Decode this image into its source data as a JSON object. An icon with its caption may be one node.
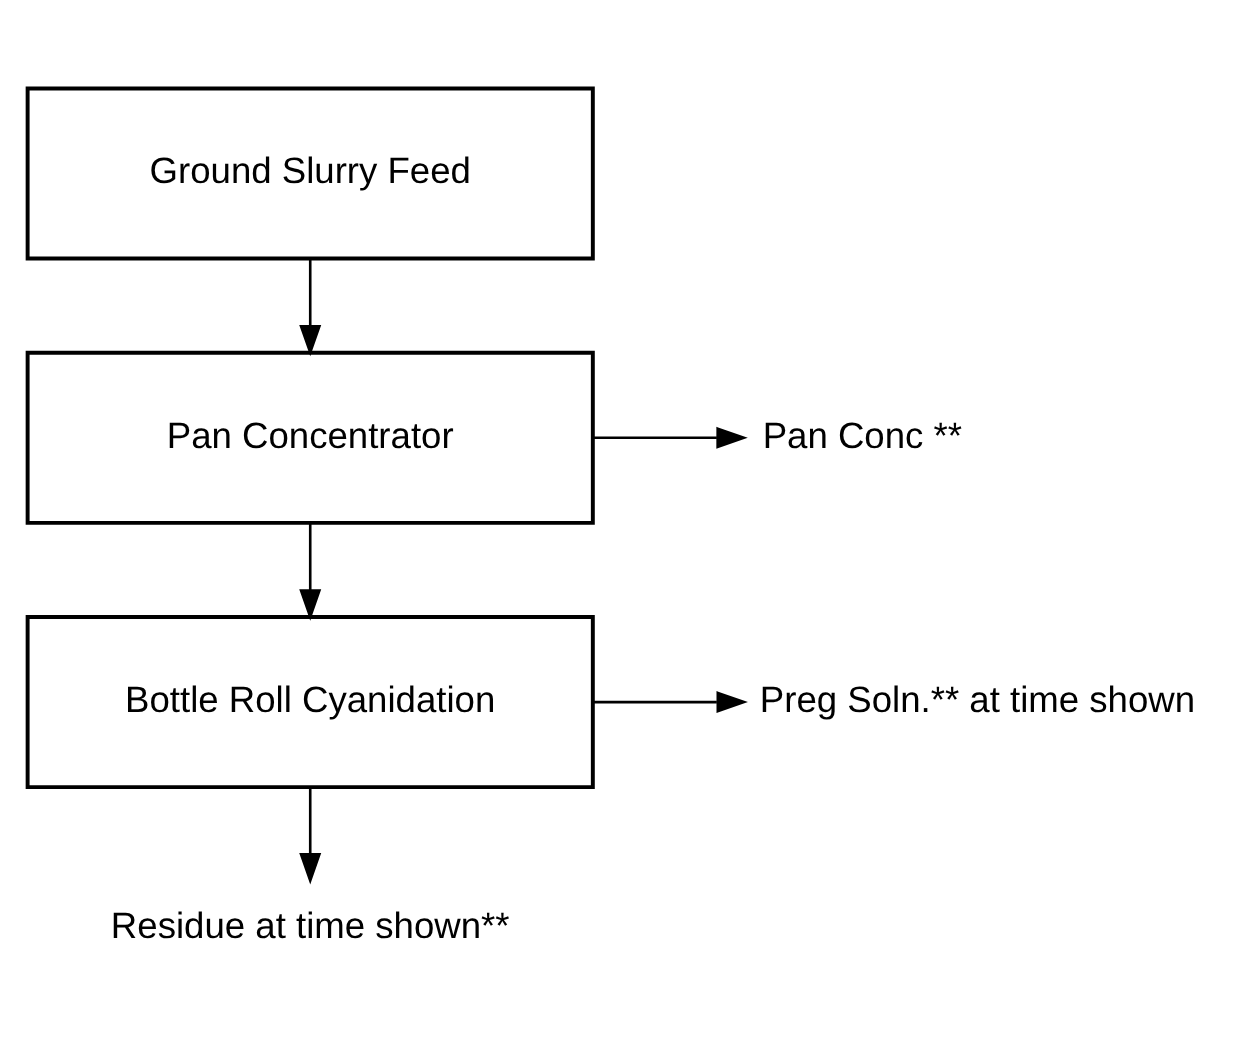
{
  "diagram": {
    "nodes": [
      {
        "text": [
          "Ground Slurry Feed"
        ]
      },
      {
        "text": [
          "Pan Concentrator"
        ]
      },
      {
        "text": [
          "Pan Conc **"
        ]
      },
      {
        "text": [
          "Bottle Roll Cyanidation"
        ]
      },
      {
        "text": [
          "Preg Soln.** at time shown"
        ]
      },
      {
        "text": [
          "Residue at time shown**"
        ]
      }
    ],
    "edges": [
      {
        "from": 0,
        "to": 1,
        "arrow": "to"
      },
      {
        "from": 1,
        "to": 2,
        "arrow": "to"
      },
      {
        "from": 1,
        "to": 3,
        "arrow": "to"
      },
      {
        "from": 3,
        "to": 4,
        "arrow": "to"
      },
      {
        "from": 3,
        "to": 5,
        "arrow": "to"
      }
    ]
  }
}
